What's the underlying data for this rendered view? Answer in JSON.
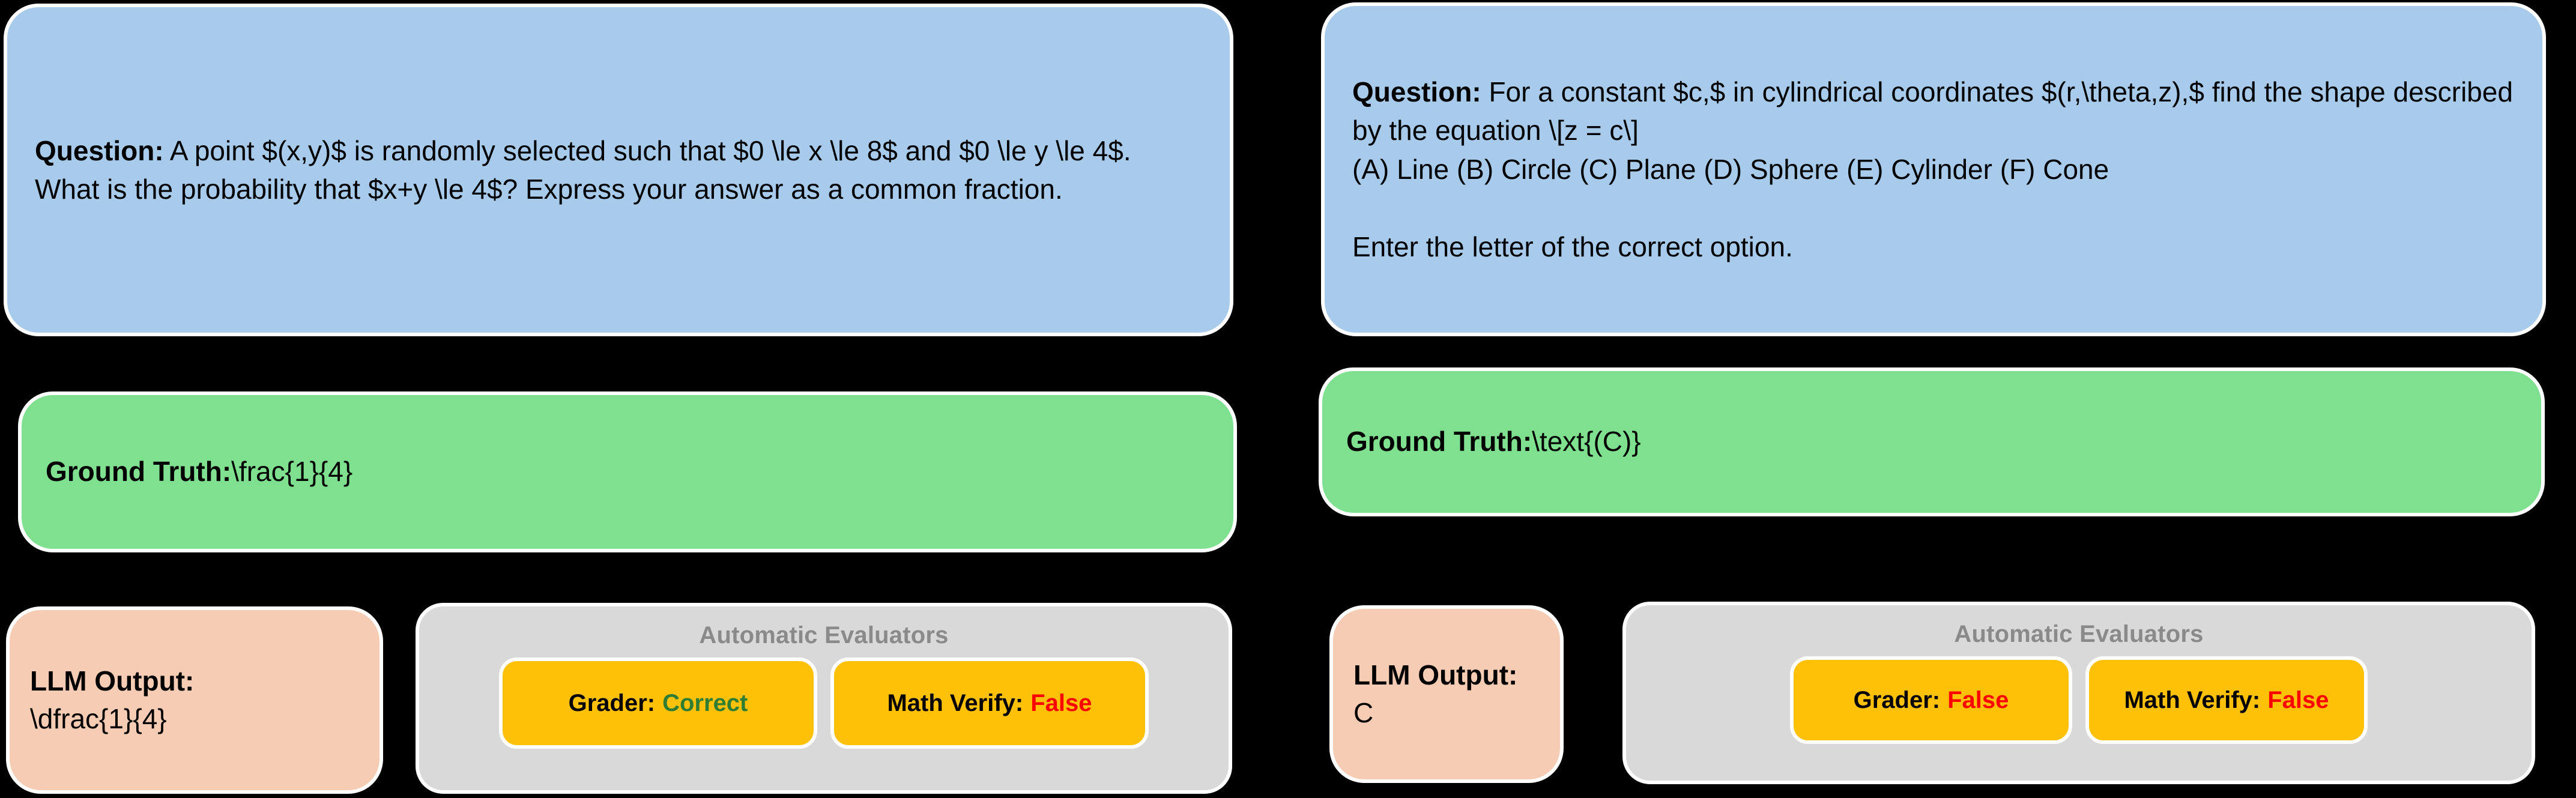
{
  "theme": {
    "background": "#000000",
    "question_bg": "#A8CBEC",
    "truth_bg": "#7FE08F",
    "output_bg": "#F6CDB4",
    "evaluator_bg": "#D9D9D9",
    "chip_bg": "#FFC107",
    "border": "#FFFFFF",
    "verdict_correct_color": "#2E7D32",
    "verdict_false_color": "#FF0000",
    "evaluator_title_color": "#8A8A8A"
  },
  "examples": [
    {
      "question": {
        "label": "Question:",
        "body": " A point $(x,y)$ is randomly selected such that $0 \\le x \\le 8$ and $0 \\le y \\le 4$. What is the probability that $x+y \\le 4$? Express your answer as a common fraction."
      },
      "ground_truth": {
        "label": "Ground Truth:",
        "value": "\\frac{1}{4}"
      },
      "llm_output": {
        "label": "LLM Output:",
        "value": "\n\\dfrac{1}{4}"
      },
      "evaluators": {
        "title": "Automatic Evaluators",
        "items": [
          {
            "name": "Grader:",
            "verdict": "Correct",
            "verdict_state": "correct"
          },
          {
            "name": "Math Verify:",
            "verdict": "False",
            "verdict_state": "false"
          }
        ]
      }
    },
    {
      "question": {
        "label": "Question:",
        "body": " For a constant $c,$ in cylindrical coordinates $(r,\\theta,z),$ find the shape described by the equation \\[z = c\\]\n(A) Line (B) Circle (C) Plane (D) Sphere (E) Cylinder (F) Cone\n\nEnter the letter of the correct option."
      },
      "ground_truth": {
        "label": "Ground Truth:",
        "value": "\\text{(C)}"
      },
      "llm_output": {
        "label": "LLM Output:",
        "value": " C"
      },
      "evaluators": {
        "title": "Automatic Evaluators",
        "items": [
          {
            "name": "Grader:",
            "verdict": "False",
            "verdict_state": "false"
          },
          {
            "name": "Math Verify:",
            "verdict": "False",
            "verdict_state": "false"
          }
        ]
      }
    }
  ]
}
